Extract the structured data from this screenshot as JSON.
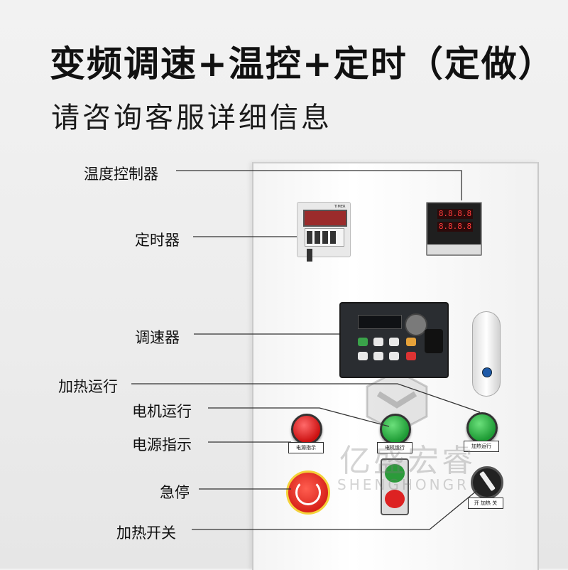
{
  "header": {
    "title": "变频调速+温控+定时（定做）",
    "subtitle": "请咨询客服详细信息"
  },
  "labels": {
    "temp_controller": "温度控制器",
    "timer": "定时器",
    "speed_controller": "调速器",
    "heating_running": "加热运行",
    "motor_running": "电机运行",
    "power_indicator": "电源指示",
    "emergency_stop": "急停",
    "heating_switch": "加热开关"
  },
  "devices": {
    "temp_display_top": "8.8.8.8",
    "temp_display_bottom": "8.8.8.8",
    "timer_tag": "TIMER",
    "power_plate": "电源指示",
    "motor_plate": "电机运行",
    "heat_plate": "加热运行",
    "selector_plate": "开 加热 关"
  },
  "watermark": {
    "cn": "亿盛宏睿",
    "en": "SHENGHONGR"
  },
  "colors": {
    "indicator_red": "#cc1111",
    "indicator_green": "#1d9a34",
    "estop_ring": "#f4d23a",
    "lock_blue": "#1e5aa8"
  }
}
